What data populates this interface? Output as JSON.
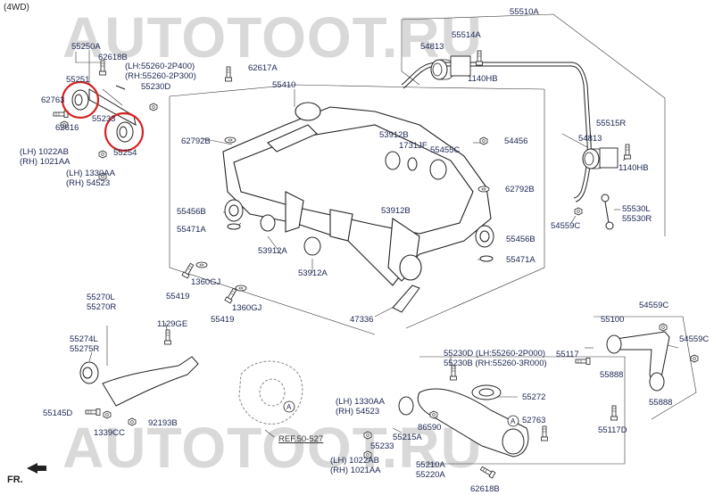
{
  "header": {
    "variant": "(4WD)"
  },
  "watermark": {
    "text": "AUTOTOOT.RU"
  },
  "footer": {
    "direction": "FR."
  },
  "callout_marker": "A",
  "labels": [
    {
      "id": "55510A",
      "text": "55510A"
    },
    {
      "id": "55514A",
      "text": "55514A"
    },
    {
      "id": "54813a",
      "text": "54813"
    },
    {
      "id": "1140HBa",
      "text": "1140HB"
    },
    {
      "id": "55515R",
      "text": "55515R"
    },
    {
      "id": "54813b",
      "text": "54813"
    },
    {
      "id": "1140HBb",
      "text": "1140HB"
    },
    {
      "id": "55250A",
      "text": "55250A"
    },
    {
      "id": "62618Ba",
      "text": "62618B"
    },
    {
      "id": "lh55260",
      "text": "(LH:55260-2P400)"
    },
    {
      "id": "rh55260",
      "text": "(RH:55260-2P300)"
    },
    {
      "id": "55230Da",
      "text": "55230D"
    },
    {
      "id": "62617A",
      "text": "62617A"
    },
    {
      "id": "55410",
      "text": "55410"
    },
    {
      "id": "55251",
      "text": "55251"
    },
    {
      "id": "62763",
      "text": "62763"
    },
    {
      "id": "62616",
      "text": "62616"
    },
    {
      "id": "55233",
      "text": "55233"
    },
    {
      "id": "55254",
      "text": "55254"
    },
    {
      "id": "lh1022",
      "text": "(LH) 1022AB"
    },
    {
      "id": "rh1021",
      "text": "(RH) 1021AA"
    },
    {
      "id": "lh1330",
      "text": "(LH) 1330AA"
    },
    {
      "id": "rh54523",
      "text": "(RH)  54523"
    },
    {
      "id": "62792Ba",
      "text": "62792B"
    },
    {
      "id": "53912Ba",
      "text": "53912B"
    },
    {
      "id": "1731JF",
      "text": "1731JF"
    },
    {
      "id": "55455C",
      "text": "55455C"
    },
    {
      "id": "54456",
      "text": "54456"
    },
    {
      "id": "62792Bb",
      "text": "62792B"
    },
    {
      "id": "55456Ba",
      "text": "55456B"
    },
    {
      "id": "55471Aa",
      "text": "55471A"
    },
    {
      "id": "53912A1",
      "text": "53912A"
    },
    {
      "id": "53912Bb",
      "text": "53912B"
    },
    {
      "id": "53912A2",
      "text": "53912A"
    },
    {
      "id": "55456Bb",
      "text": "55456B"
    },
    {
      "id": "55471Ab",
      "text": "55471A"
    },
    {
      "id": "54559Ca",
      "text": "54559C"
    },
    {
      "id": "55530L",
      "text": "55530L"
    },
    {
      "id": "55530R",
      "text": "55530R"
    },
    {
      "id": "55419a",
      "text": "55419"
    },
    {
      "id": "1360GJa",
      "text": "1360GJ"
    },
    {
      "id": "55419b",
      "text": "55419"
    },
    {
      "id": "1360GJb",
      "text": "1360GJ"
    },
    {
      "id": "47336",
      "text": "47336"
    },
    {
      "id": "55270L",
      "text": "55270L"
    },
    {
      "id": "55270R",
      "text": "55270R"
    },
    {
      "id": "1129GE",
      "text": "1129GE"
    },
    {
      "id": "55274L",
      "text": "55274L"
    },
    {
      "id": "55275R",
      "text": "55275R"
    },
    {
      "id": "55145D",
      "text": "55145D"
    },
    {
      "id": "92193B",
      "text": "92193B"
    },
    {
      "id": "1339CC",
      "text": "1339CC"
    },
    {
      "id": "REF",
      "text": "REF.50-527"
    },
    {
      "id": "55230Db",
      "text": "55230D (LH:55260-2P000)"
    },
    {
      "id": "55230B",
      "text": "55230B (RH:55260-3R000)"
    },
    {
      "id": "lh1330b",
      "text": "(LH) 1330AA"
    },
    {
      "id": "rh54523b",
      "text": "(RH)  54523"
    },
    {
      "id": "55272",
      "text": "55272"
    },
    {
      "id": "86590",
      "text": "86590"
    },
    {
      "id": "52763",
      "text": "52763"
    },
    {
      "id": "55215A",
      "text": "55215A"
    },
    {
      "id": "55233b",
      "text": "55233"
    },
    {
      "id": "lh1022b",
      "text": "(LH) 1022AB"
    },
    {
      "id": "rh1021b",
      "text": "(RH) 1021AA"
    },
    {
      "id": "55210A",
      "text": "55210A"
    },
    {
      "id": "55220A",
      "text": "55220A"
    },
    {
      "id": "62618Bb",
      "text": "62618B"
    },
    {
      "id": "55100",
      "text": "55100"
    },
    {
      "id": "54559Cb",
      "text": "54559C"
    },
    {
      "id": "55117a",
      "text": "55117"
    },
    {
      "id": "54559Cc",
      "text": "54559C"
    },
    {
      "id": "55888a",
      "text": "55888"
    },
    {
      "id": "55888b",
      "text": "55888"
    },
    {
      "id": "55117D",
      "text": "55117D"
    }
  ]
}
